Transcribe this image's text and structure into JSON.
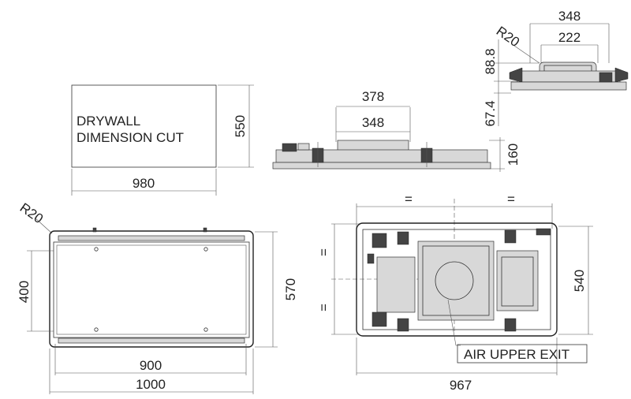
{
  "labels": {
    "drywall_line1": "DRYWALL",
    "drywall_line2": "DIMENSION CUT",
    "air_exit": "AIR UPPER EXIT"
  },
  "dimensions": {
    "cut_width": "980",
    "cut_height": "550",
    "side_outer": "378",
    "side_inner": "348",
    "side_height": "160",
    "section_width": "348",
    "section_inner": "222",
    "section_radius": "R20",
    "section_height_top": "88.8",
    "section_height_bottom": "67.4",
    "front_radius": "R20",
    "front_inner_width": "900",
    "front_outer_width": "1000",
    "front_inner_height": "400",
    "front_outer_height": "570",
    "plan_width": "967",
    "plan_height": "540",
    "equal_mark": "="
  }
}
